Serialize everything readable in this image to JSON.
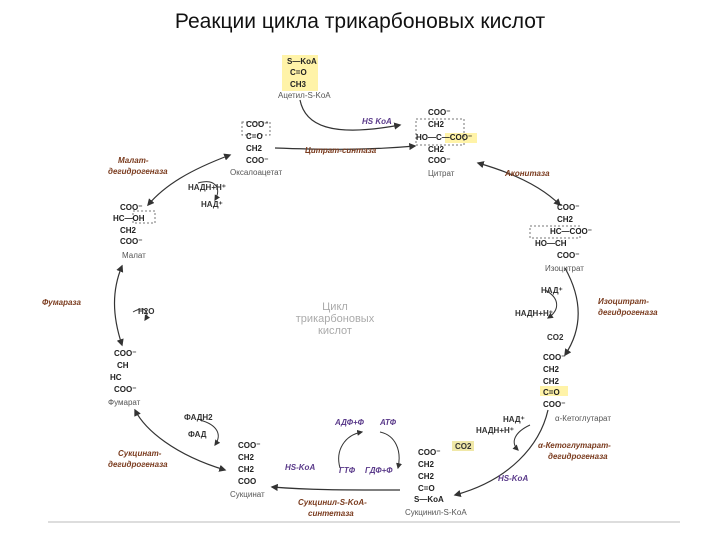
{
  "title": "Реакции цикла трикарбоновых кислот",
  "center_label": [
    "Цикл",
    "трикарбоновых",
    "кислот"
  ],
  "accent_colors": {
    "enzyme": "#7a3b1e",
    "highlight": "#fff3a8",
    "arrow": "#333333"
  },
  "acetyl": {
    "f1": "S—KoA",
    "f2": "C=O",
    "f3": "CH3",
    "name": "Ацетил-S-KoA"
  },
  "citrate": {
    "f1": "COO⁻",
    "f2": "CH2",
    "f3": "HO—C—COO⁻",
    "f4": "CH2",
    "f5": "COO⁻",
    "name": "Цитрат"
  },
  "isocitrate": {
    "f1": "COO⁻",
    "f2": "CH2",
    "f3": "HC—COO⁻",
    "f4": "HO—CH",
    "f5": "COO⁻",
    "name": "Изоцитрат"
  },
  "ketoglutarate": {
    "f1": "COO⁻",
    "f2": "CH2",
    "f3": "CH2",
    "f4": "C=O",
    "f5": "COO⁻",
    "name": "α-Кетоглутарат"
  },
  "succinylcoa": {
    "f1": "COO⁻",
    "f2": "CH2",
    "f3": "CH2",
    "f4": "C=O",
    "f5": "S—KoA",
    "name": "Сукцинил-S-KoA"
  },
  "succinate": {
    "f1": "COO⁻",
    "f2": "CH2",
    "f3": "CH2",
    "f4": "COO",
    "name": "Сукцинат"
  },
  "fumarate": {
    "f1": "COO⁻",
    "f2": "CH",
    "f3": "HC",
    "f4": "COO⁻",
    "name": "Фумарат"
  },
  "malate": {
    "f1": "COO⁻",
    "f2": "HC—OH",
    "f3": "CH2",
    "f4": "COO⁻",
    "name": "Малат"
  },
  "oxaloacetate": {
    "f1": "COO⁻",
    "f2": "C=O",
    "f3": "CH2",
    "f4": "COO⁻",
    "name": "Оксалоацетат"
  },
  "enzymes": {
    "citrate_synthase": "Цитрат-синтаза",
    "aconitase": "Аконитаза",
    "icdh_1": "Изоцитрат-",
    "icdh_2": "дегидрогеназа",
    "akgdh_1": "α-Кетоглутарат-",
    "akgdh_2": "дегидрогеназа",
    "scs_1": "Сукцинил-S-KoA-",
    "scs_2": "синтетаза",
    "sdh_1": "Сукцинат-",
    "sdh_2": "дегидрогеназа",
    "fumarase": "Фумараза",
    "mdh_1": "Малат-",
    "mdh_2": "дегидрогеназа"
  },
  "cofactors": {
    "hs_koa_top": "HS KoA",
    "nad_icdh": "НАД⁺",
    "nadh_icdh": "НАДН+Н⁺",
    "co2_icdh": "CO2",
    "nad_akg": "НАД⁺",
    "nadh_akg": "НАДН+Н⁺",
    "co2_akg": "CO2",
    "hs_koa_akg": "HS-KoA",
    "hs_koa_scs": "HS-KoA",
    "adp": "АДФ+Ф",
    "atp": "АТФ",
    "gtp": "ГТФ",
    "gdp": "ГДФ+Ф",
    "fadh2": "ФАДН2",
    "fad": "ФАД",
    "h2o": "H2O",
    "nadh_mdh": "НАДН+Н⁺",
    "nad_mdh": "НАД⁺"
  }
}
